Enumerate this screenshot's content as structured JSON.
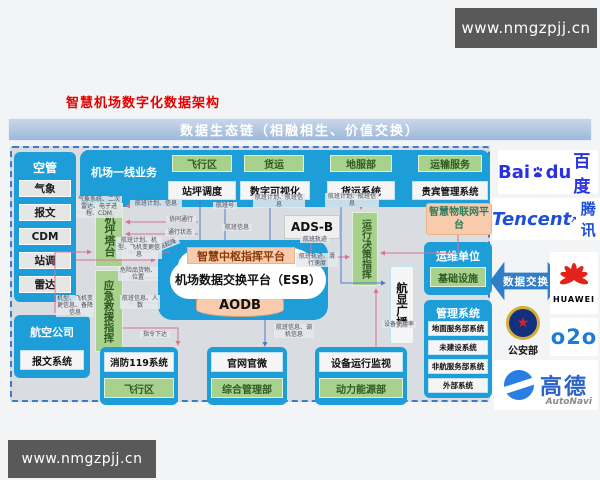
{
  "watermark": {
    "top": "www.nmgzpjj.cn",
    "bottom": "www.nmgzpjj.cn"
  },
  "title": "智慧机场数字化数据架构",
  "banner": "数据生态链（相融相生、价值交换）",
  "atc": {
    "title": "空管",
    "items": [
      "气象",
      "报文",
      "CDM",
      "站调",
      "雷达"
    ]
  },
  "airline": {
    "title": "航空公司",
    "system": "报文系统"
  },
  "frontline": {
    "title": "机场一线业务",
    "groups": [
      {
        "dept": "飞行区",
        "system": "站坪调度"
      },
      {
        "dept": "货运",
        "system": "数字可视化"
      },
      {
        "dept": "地服部",
        "system": "货运系统"
      },
      {
        "dept": "运输服务",
        "system": "贵宾管理系统"
      }
    ]
  },
  "towers": {
    "apron": "机坪塔台",
    "emergency": "应急救援指挥",
    "ops": "运行决策指挥",
    "fids": "航显广播"
  },
  "hub": {
    "command": "智慧中枢指挥平台",
    "esb": "机场数据交换平台（ESB）",
    "aodb": "AODB",
    "adsb": "ADS-B"
  },
  "iot": {
    "label": "智慧物联网平台"
  },
  "maintenance": {
    "title": "运维单位",
    "item": "基础设施"
  },
  "management": {
    "title": "管理系统",
    "items": [
      "地面服务部系统",
      "未建设系统",
      "非航服务部系统",
      "外部系统"
    ]
  },
  "exchange": {
    "label": "数据交换"
  },
  "bottom_groups": [
    {
      "system": "消防119系统",
      "dept": "飞行区"
    },
    {
      "system": "官网官微",
      "dept": "综合管理部"
    },
    {
      "system": "设备运行监视",
      "dept": "动力能源部"
    }
  ],
  "edge_labels": {
    "atc_feed": "气象系统、二次雷达、电子进程、CDM",
    "plan_info": "航班计划、信息",
    "coord_pass": "协同通行",
    "pass_status": "通行状态",
    "flight_no": "航班号",
    "flight_info": "航班信息",
    "plan_flight_info": "航班计划、航班信息",
    "plan_flight_info2": "航班计划、航班信息",
    "takeoff_landing": "航班起降",
    "plan_type_change": "航班计划、机型、飞机变更信息",
    "type_change_alt": "机型、飞机变更信息、备降信息",
    "dangerous_goods": "危险品货物、位置",
    "info_people": "航班信息、人数",
    "command_issue": "指令下达",
    "flight_dispatch": "航班信息、调机信息",
    "track": "航班轨迹",
    "track_speed": "航班轨迹、滑行速度",
    "device_usage": "设备使用率"
  },
  "partners": {
    "baidu": {
      "bai": "Bai",
      "du": "du",
      "cn": "百度"
    },
    "tencent": {
      "en": "Tencent",
      "cn": "腾讯"
    },
    "huawei": {
      "en": "HUAWEI"
    },
    "police": {
      "label": "公安部"
    },
    "o2o": {
      "label": "o2o"
    },
    "autonavi": {
      "cn": "高德",
      "en": "AutoNavi"
    }
  },
  "colors": {
    "accent_blue": "#1e9ed9",
    "accent_green": "#a9d18e",
    "accent_peach": "#f8cbad",
    "dashed_border": "#3f7ac8",
    "title_red": "#e30000",
    "watermark_bg": "#595959",
    "connector_pink": "#d9748f",
    "connector_blue": "#4a7ec2"
  }
}
